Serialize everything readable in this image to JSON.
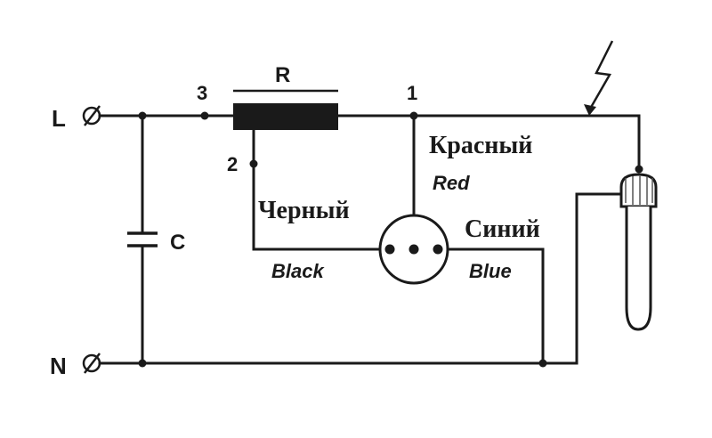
{
  "terminals": {
    "line": "L",
    "neutral": "N"
  },
  "components": {
    "resistor": "R",
    "capacitor": "C"
  },
  "nodes": {
    "n1": "1",
    "n2": "2",
    "n3": "3"
  },
  "wires": {
    "red_ru": "Красный",
    "red_en": "Red",
    "black_ru": "Черный",
    "black_en": "Black",
    "blue_ru": "Синий",
    "blue_en": "Blue"
  }
}
